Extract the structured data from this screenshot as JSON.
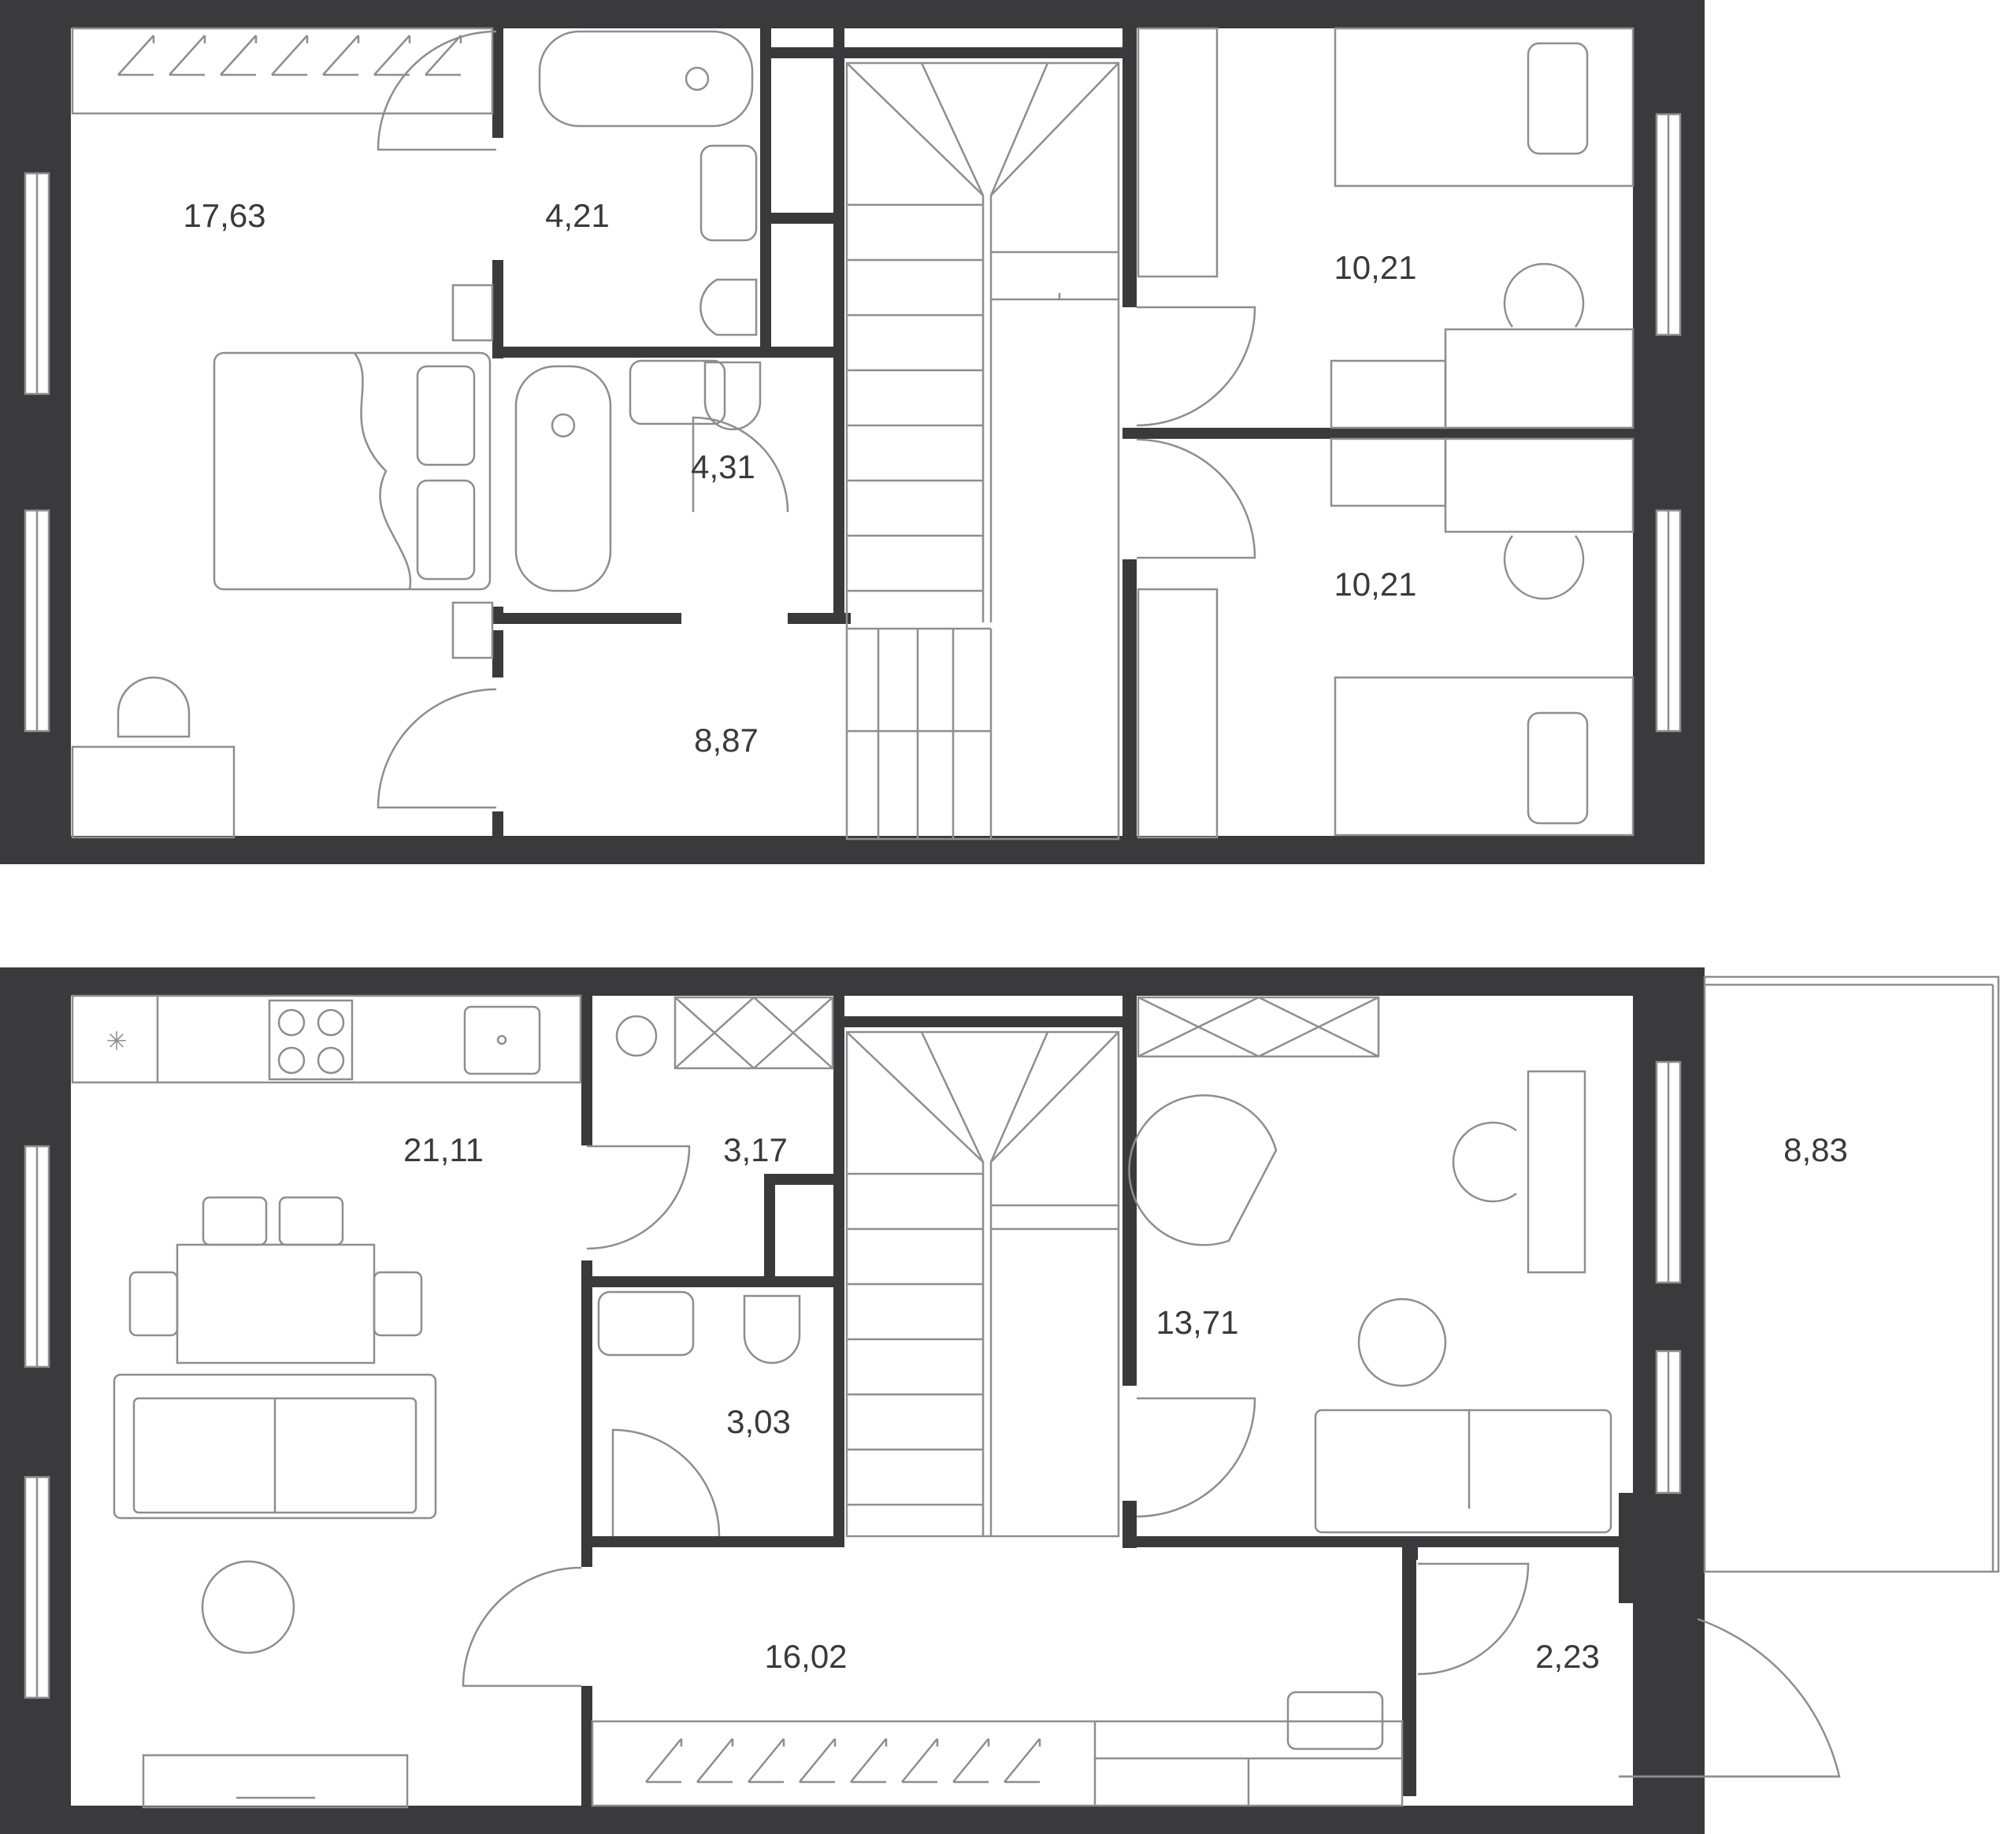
{
  "colors": {
    "wall": "#3a3a3c",
    "line": "#8e8e8e",
    "background": "#ffffff"
  },
  "floors": [
    {
      "name": "upper-floor",
      "rooms": [
        {
          "id": "bedroom-main",
          "area": "17,63"
        },
        {
          "id": "bathroom-1",
          "area": "4,21"
        },
        {
          "id": "bathroom-2",
          "area": "4,31"
        },
        {
          "id": "hall-upper",
          "area": "8,87"
        },
        {
          "id": "bedroom-2",
          "area": "10,21"
        },
        {
          "id": "bedroom-3",
          "area": "10,21"
        }
      ]
    },
    {
      "name": "lower-floor",
      "rooms": [
        {
          "id": "kitchen-living",
          "area": "21,11"
        },
        {
          "id": "laundry",
          "area": "3,17"
        },
        {
          "id": "wc",
          "area": "3,03"
        },
        {
          "id": "study",
          "area": "13,71"
        },
        {
          "id": "terrace",
          "area": "8,83"
        },
        {
          "id": "hall-lower",
          "area": "16,02"
        },
        {
          "id": "vestibule",
          "area": "2,23"
        }
      ]
    }
  ]
}
